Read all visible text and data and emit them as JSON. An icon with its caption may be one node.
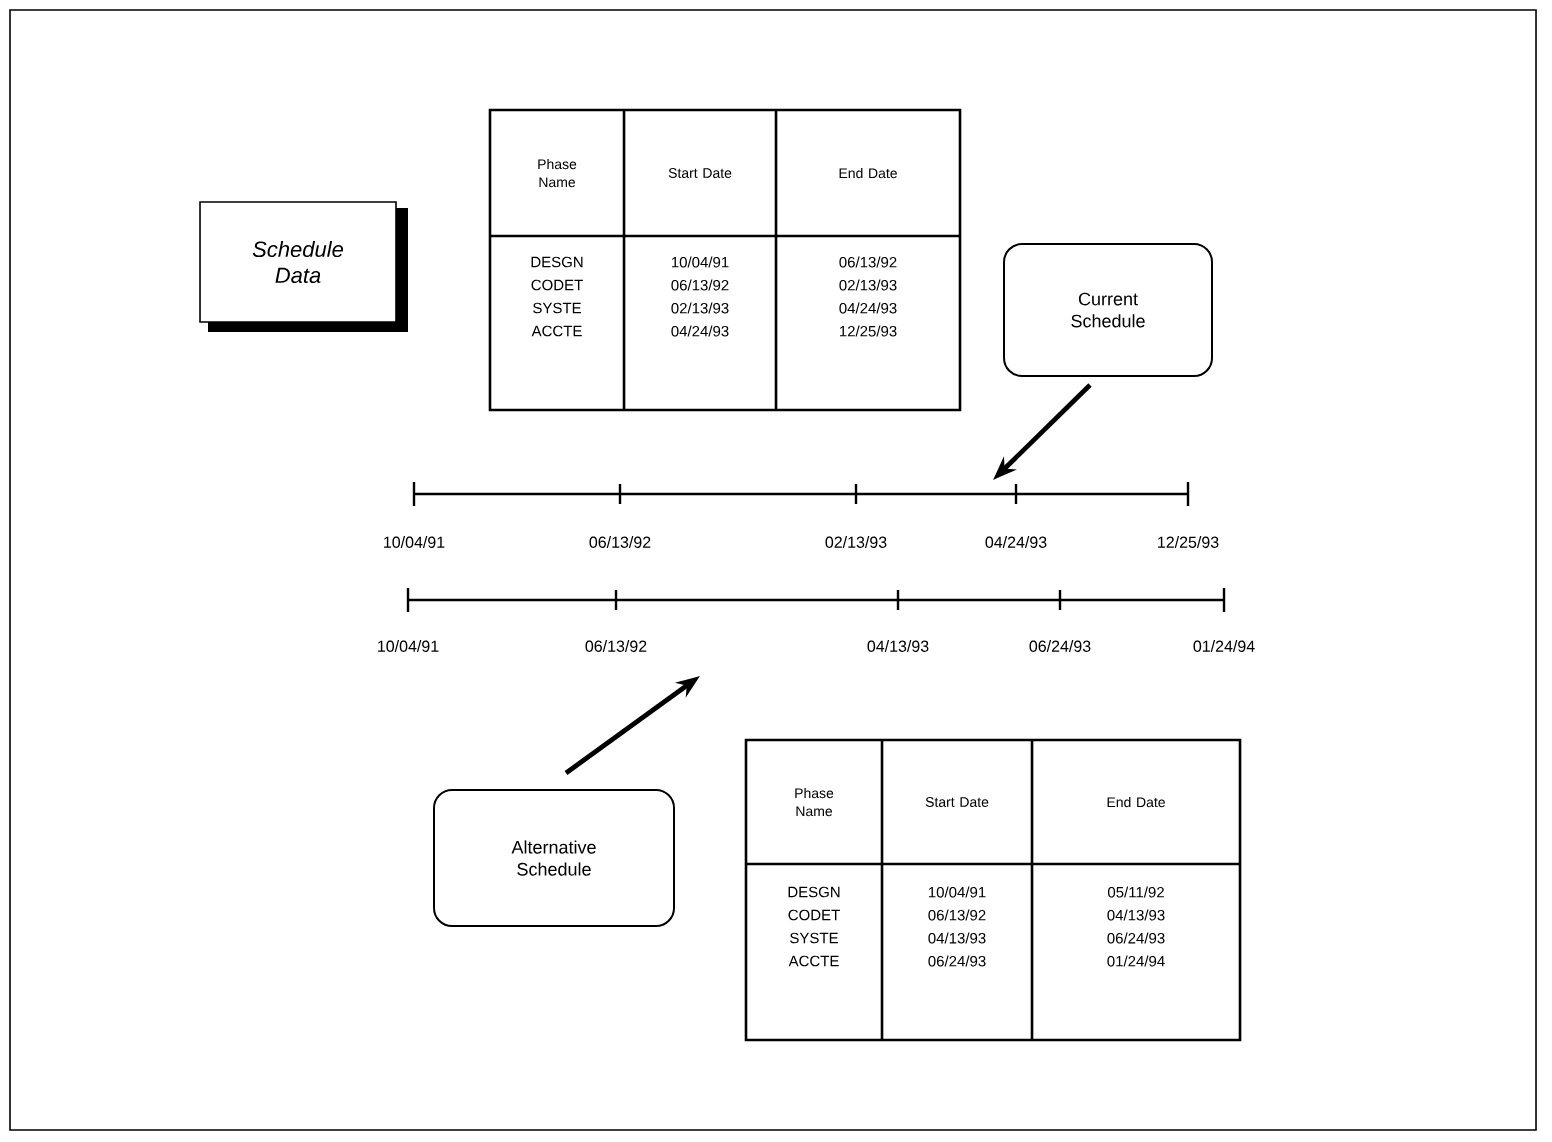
{
  "diagram": {
    "nodes": [
      {
        "text": [
          "Schedule Data"
        ]
      },
      {
        "text": [
          "Current Schedule"
        ]
      },
      {
        "text": [
          "Alternative Schedule"
        ]
      },
      {
        "text": [],
        "shape": "bar"
      },
      {
        "text": [],
        "shape": "bar"
      }
    ],
    "edges": [
      {
        "from": 1,
        "to": 3,
        "arrow": "to"
      },
      {
        "from": 2,
        "to": 4,
        "arrow": "to"
      }
    ],
    "labels": [
      "Phase Name",
      "Start Date",
      "End Date",
      "DESGN",
      "10/04/91",
      "06/13/92",
      "CODET",
      "06/13/92",
      "02/13/93",
      "SYSTE",
      "02/13/93",
      "04/24/93",
      "ACCTE",
      "04/24/93",
      "12/25/93",
      "10/04/91",
      "06/13/92",
      "02/13/93",
      "04/24/93",
      "12/25/93",
      "10/04/91",
      "06/13/92",
      "04/13/93",
      "06/24/93",
      "01/24/94",
      "Phase Name",
      "Start Date",
      "End Date",
      "DESGN",
      "10/04/91",
      "05/11/92",
      "CODET",
      "06/13/92",
      "04/13/93",
      "SYSTE",
      "04/13/93",
      "06/24/93",
      "ACCTE",
      "06/24/93",
      "01/24/94"
    ]
  }
}
